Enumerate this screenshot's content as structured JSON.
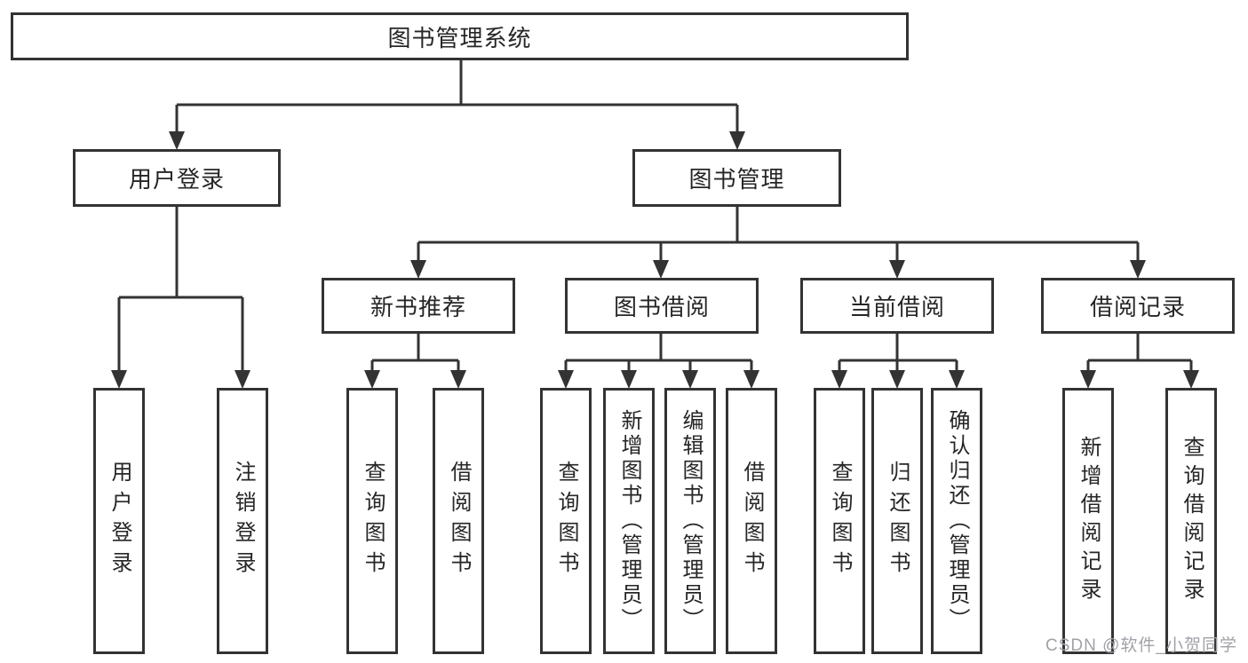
{
  "root": {
    "label": "图书管理系统"
  },
  "branches": [
    {
      "label": "用户登录",
      "leaves": [
        {
          "label": "用户登录"
        },
        {
          "label": "注销登录"
        }
      ]
    },
    {
      "label": "图书管理",
      "groups": [
        {
          "label": "新书推荐",
          "leaves": [
            {
              "label": "查询图书"
            },
            {
              "label": "借阅图书"
            }
          ]
        },
        {
          "label": "图书借阅",
          "leaves": [
            {
              "label": "查询图书"
            },
            {
              "label": "新增图书（管理员）"
            },
            {
              "label": "编辑图书（管理员）"
            },
            {
              "label": "借阅图书"
            }
          ]
        },
        {
          "label": "当前借阅",
          "leaves": [
            {
              "label": "查询图书"
            },
            {
              "label": "归还图书"
            },
            {
              "label": "确认归还（管理员）"
            }
          ]
        },
        {
          "label": "借阅记录",
          "leaves": [
            {
              "label": "新增借阅记录"
            },
            {
              "label": "查询借阅记录"
            }
          ]
        }
      ]
    }
  ],
  "watermark": {
    "text": "CSDN @软件_小贺同学"
  },
  "colors": {
    "line": "#333333",
    "text": "#262626",
    "background": "#ffffff",
    "watermark": "#a1a1a8"
  }
}
